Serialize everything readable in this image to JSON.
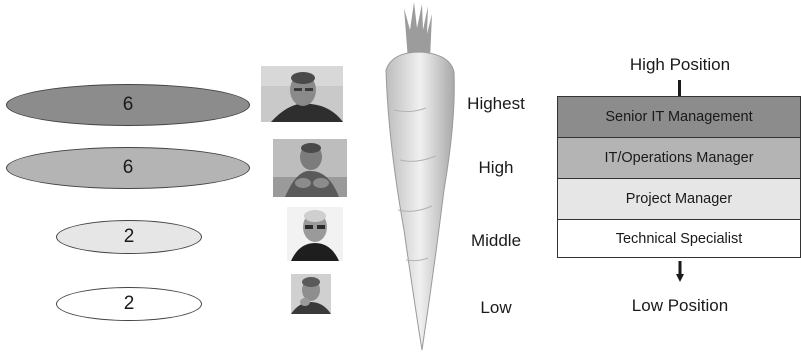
{
  "counts": [
    {
      "value": "6",
      "fill": "#8c8c8c"
    },
    {
      "value": "6",
      "fill": "#b4b4b4"
    },
    {
      "value": "2",
      "fill": "#e6e6e6"
    },
    {
      "value": "2",
      "fill": "#ffffff"
    }
  ],
  "levels": [
    "Highest",
    "High",
    "Middle",
    "Low"
  ],
  "hierarchy": {
    "top_label": "High Position",
    "bottom_label": "Low Position",
    "rows": [
      {
        "label": "Senior IT Management",
        "fill": "#8c8c8c"
      },
      {
        "label": "IT/Operations Manager",
        "fill": "#b4b4b4"
      },
      {
        "label": "Project Manager",
        "fill": "#e6e6e6"
      },
      {
        "label": "Technical Specialist",
        "fill": "#ffffff"
      }
    ]
  },
  "icons": [
    "person-photo-1",
    "person-photo-2",
    "person-photo-3",
    "person-photo-4",
    "carrot-image",
    "arrow-up-icon",
    "arrow-down-icon"
  ]
}
